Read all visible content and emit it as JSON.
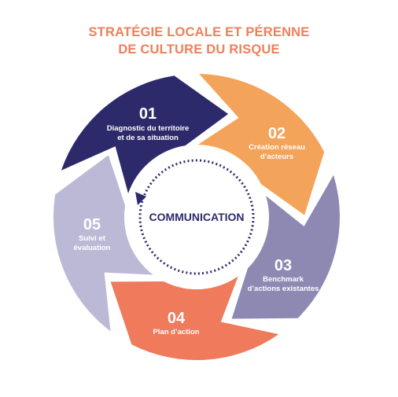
{
  "title": {
    "line1": "STRATÉGIE LOCALE ET PÉRENNE",
    "line2": "DE CULTURE DU RISQUE"
  },
  "center": {
    "label": "COMMUNICATION"
  },
  "segments": [
    {
      "number": "01",
      "line1": "Diagnostic du territoire",
      "line2": "et de sa situation",
      "color": "#2d2a6b"
    },
    {
      "number": "02",
      "line1": "Création réseau",
      "line2": "d’acteurs",
      "color": "#f4a35a"
    },
    {
      "number": "03",
      "line1": "Benchmark",
      "line2": "d’actions existantes",
      "color": "#8d89b3"
    },
    {
      "number": "04",
      "line1": "Plan d’action",
      "line2": "",
      "color": "#ef7a5c"
    },
    {
      "number": "05",
      "line1": "Suivi et",
      "line2": "évaluation",
      "color": "#bcb9d7"
    }
  ],
  "colors": {
    "title": "#ef7f5b",
    "ring": "#2f2a6e"
  }
}
